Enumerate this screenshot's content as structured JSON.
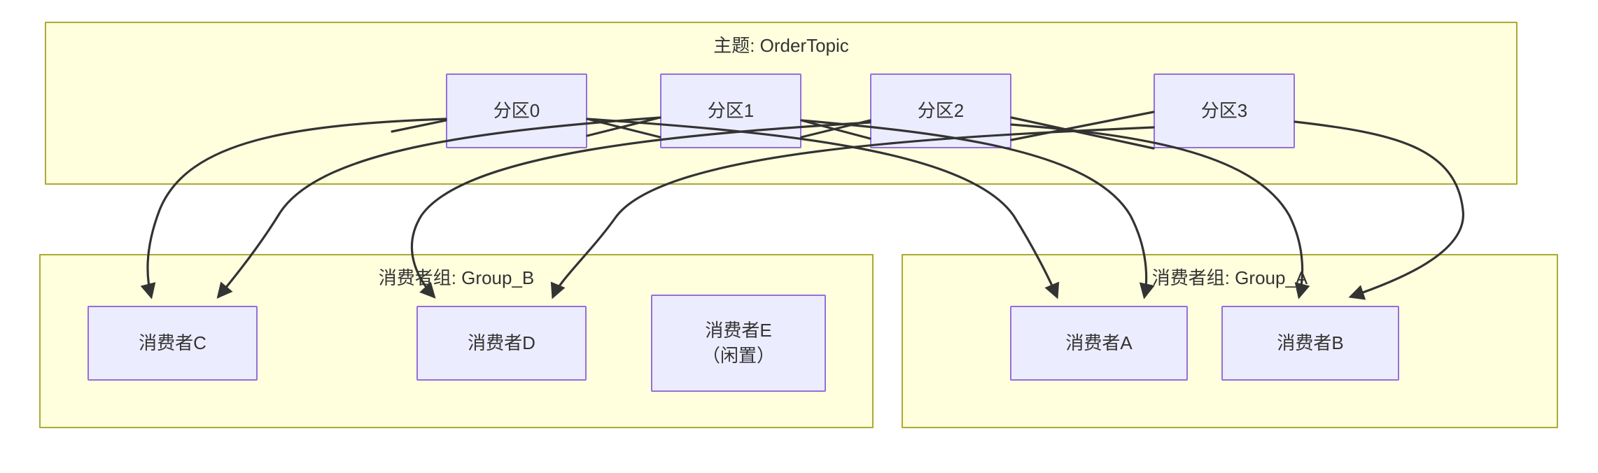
{
  "diagram": {
    "type": "kafka-consumer-group-partition-assignment",
    "background": "#ffffff",
    "colors": {
      "cluster_fill": "#ffffde",
      "cluster_stroke": "#aaaa33",
      "node_fill": "#ececff",
      "node_stroke": "#9370db",
      "edge_stroke": "#333333",
      "text": "#333333"
    }
  },
  "topic": {
    "label": "主题: OrderTopic",
    "partitions": [
      {
        "id": "p0",
        "label": "分区0"
      },
      {
        "id": "p1",
        "label": "分区1"
      },
      {
        "id": "p2",
        "label": "分区2"
      },
      {
        "id": "p3",
        "label": "分区3"
      }
    ]
  },
  "groups": [
    {
      "id": "group_b",
      "label": "消费者组: Group_B",
      "consumers": [
        {
          "id": "c",
          "label": "消费者C"
        },
        {
          "id": "d",
          "label": "消费者D"
        },
        {
          "id": "e",
          "label": "消费者E",
          "label2": "（闲置）"
        }
      ]
    },
    {
      "id": "group_a",
      "label": "消费者组: Group_A",
      "consumers": [
        {
          "id": "a",
          "label": "消费者A"
        },
        {
          "id": "b",
          "label": "消费者B"
        }
      ]
    }
  ],
  "edges": [
    {
      "from": "分区0",
      "to": "消费者C"
    },
    {
      "from": "分区0",
      "to": "消费者A"
    },
    {
      "from": "分区1",
      "to": "消费者C"
    },
    {
      "from": "分区1",
      "to": "消费者A"
    },
    {
      "from": "分区2",
      "to": "消费者D"
    },
    {
      "from": "分区2",
      "to": "消费者B"
    },
    {
      "from": "分区3",
      "to": "消费者D"
    },
    {
      "from": "分区3",
      "to": "消费者B"
    }
  ]
}
